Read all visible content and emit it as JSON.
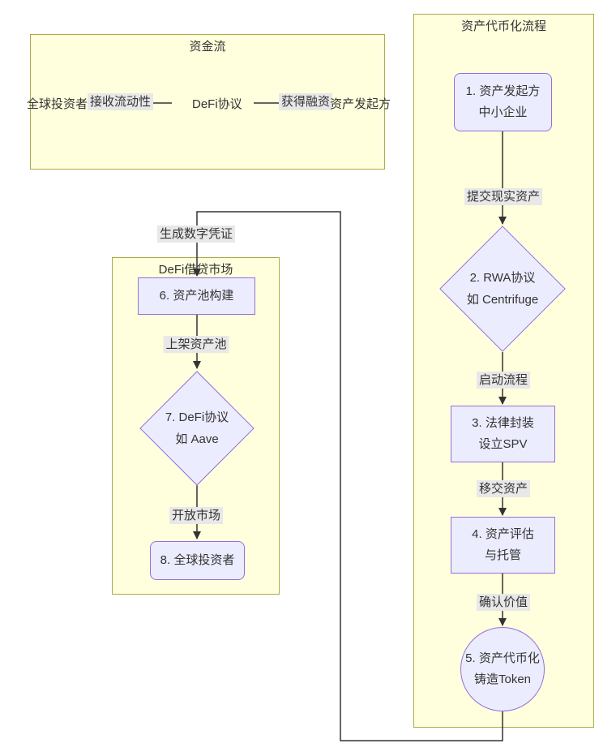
{
  "diagram": {
    "type": "flowchart",
    "colors": {
      "canvas_bg": "#ffffff",
      "cluster_fill": "#ffffde",
      "cluster_border": "#abab4a",
      "node_fill": "#ececff",
      "node_border": "#9370db",
      "edge_color": "#333333",
      "edge_label_bg": "#e8e8e8",
      "text_color": "#333333"
    }
  },
  "capital_flow": {
    "title": "资金流",
    "investor": "全球投资者",
    "label_receive_liquidity": "接收流动性",
    "defi_protocol": "DeFi协议",
    "label_obtain_financing": "获得融资",
    "originator": "资产发起方"
  },
  "tokenization": {
    "title": "资产代币化流程",
    "step1_line1": "1. 资产发起方",
    "step1_line2": "中小企业",
    "label_submit_assets": "提交现实资产",
    "step2_line1": "2. RWA协议",
    "step2_line2": "如 Centrifuge",
    "label_start_process": "启动流程",
    "step3_line1": "3. 法律封装",
    "step3_line2": "设立SPV",
    "label_transfer_assets": "移交资产",
    "step4_line1": "4. 资产评估",
    "step4_line2": "与托管",
    "label_confirm_value": "确认价值",
    "step5_line1": "5. 资产代币化",
    "step5_line2": "铸造Token"
  },
  "cross_edge": {
    "label_generate_certificate": "生成数字凭证"
  },
  "defi_market": {
    "title": "DeFi借贷市场",
    "step6": "6. 资产池构建",
    "label_list_pool": "上架资产池",
    "step7_line1": "7. DeFi协议",
    "step7_line2": "如 Aave",
    "label_open_market": "开放市场",
    "step8": "8. 全球投资者"
  }
}
